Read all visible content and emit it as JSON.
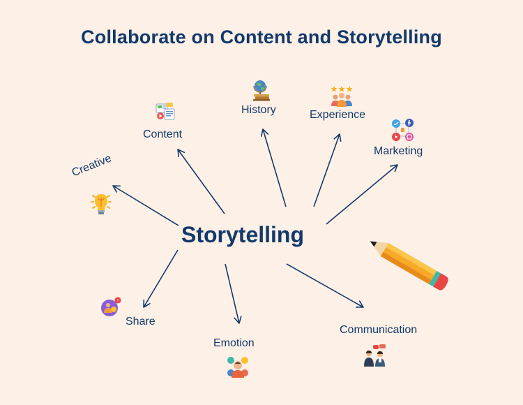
{
  "title": "Collaborate on Content and Storytelling",
  "center": "Storytelling",
  "nodes": {
    "history": "History",
    "experience": "Experience",
    "content": "Content",
    "marketing": "Marketing",
    "creative": "Creative",
    "share": "Share",
    "emotion": "Emotion",
    "communication": "Communication"
  },
  "colors": {
    "background": "#fdf0e6",
    "text": "#12396b",
    "arrow": "#12396b",
    "pencil": "#f7a928"
  },
  "icons": [
    "content-icon",
    "history-icon",
    "experience-icon",
    "marketing-icon",
    "lightbulb-icon",
    "share-icon",
    "emotion-icon",
    "communication-icon",
    "pencil-icon"
  ]
}
